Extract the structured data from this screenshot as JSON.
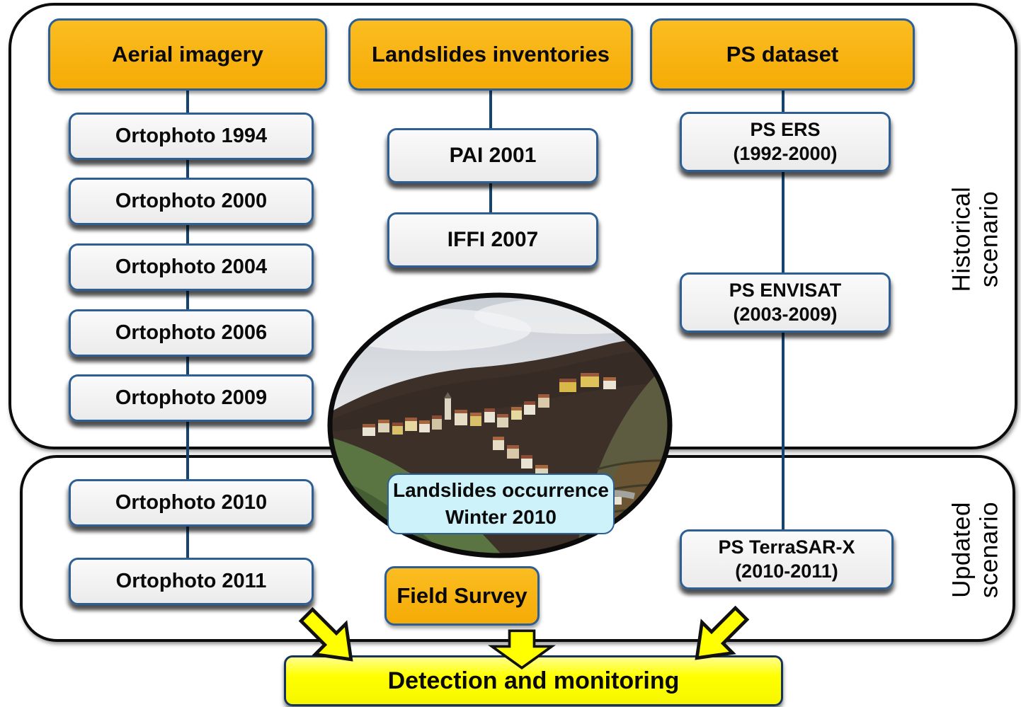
{
  "diagram": {
    "scenarios": {
      "historical": {
        "label": [
          "Historical",
          "scenario"
        ]
      },
      "updated": {
        "label": [
          "Updated",
          "scenario"
        ]
      }
    },
    "aerial": {
      "header": "Aerial imagery",
      "items": [
        "Ortophoto 1994",
        "Ortophoto 2000",
        "Ortophoto 2004",
        "Ortophoto 2006",
        "Ortophoto 2009",
        "Ortophoto 2010",
        "Ortophoto 2011"
      ]
    },
    "inventories": {
      "header": "Landslides inventories",
      "items": [
        "PAI 2001",
        "IFFI 2007"
      ]
    },
    "ps": {
      "header": "PS dataset",
      "items": [
        [
          "PS ERS",
          "(1992-2000)"
        ],
        [
          "PS ENVISAT",
          "(2003-2009)"
        ],
        [
          "PS TerraSAR-X",
          "(2010-2011)"
        ]
      ]
    },
    "photo_caption": [
      "Landslides occurrence",
      "Winter 2010"
    ],
    "field_survey": "Field Survey",
    "detection": "Detection and monitoring"
  },
  "colors": {
    "header_fill": "#F6AE08",
    "node_fill": "#EFEFEF",
    "node_border": "#2E5F94",
    "connector": "#17446E",
    "container_border": "#0C0C0C",
    "arrow_yellow": "#FFFF00",
    "caption_fill": "#CDF2FA"
  }
}
